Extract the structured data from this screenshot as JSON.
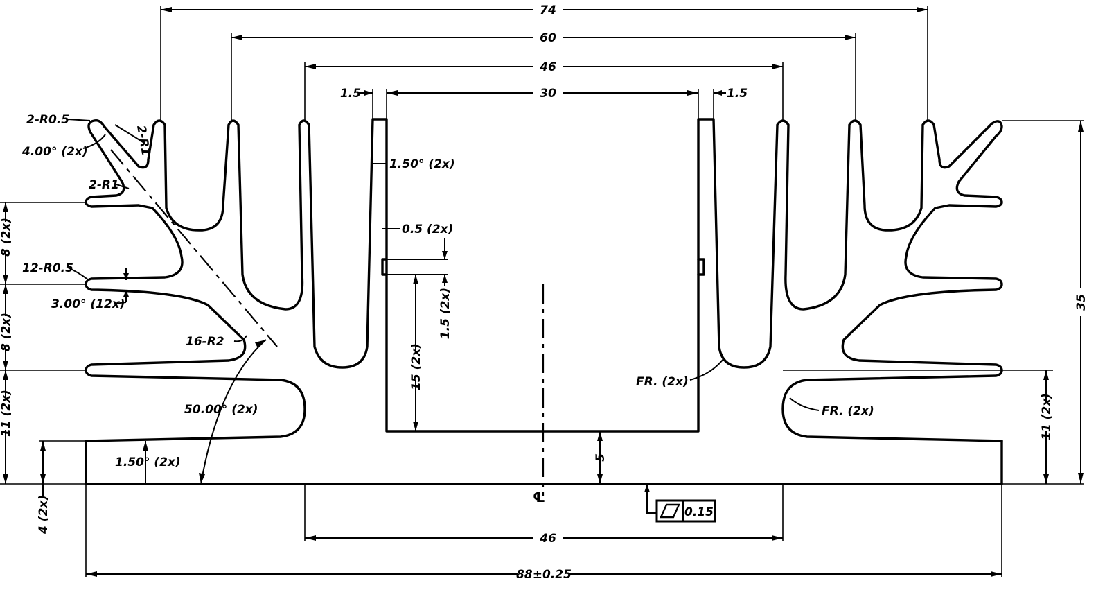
{
  "colors": {
    "line": "#000000",
    "background": "#ffffff"
  },
  "dimensions": {
    "w74": "74",
    "w60": "60",
    "w46_top": "46",
    "w30": "30",
    "w1_5_left": "1.5",
    "w1_5_right": "1.5",
    "h35": "35",
    "w46_bottom": "46",
    "w88": "88±0.25",
    "pitch8_a": "8 (2x)",
    "pitch8_b": "8 (2x)",
    "h11_left": "11 (2x)",
    "h11_right": "11 (2x)",
    "h4": "4 (2x)",
    "h15": "15 (2x)",
    "h1_5_slot": "1.5 (2x)",
    "h5": "5"
  },
  "callouts": {
    "r0_5_tip": "2-R0.5",
    "angle_4": "4.00° (2x)",
    "r1_fork": "2-R1",
    "r1_angled": "2-R1",
    "angle_1_50_wall": "1.50° (2x)",
    "slot_0_5": "0.5 (2x)",
    "r0_5_fins": "12-R0.5",
    "angle_3_fins": "3.00° (12x)",
    "r2_roots": "16-R2",
    "angle_50": "50.00° (2x)",
    "angle_1_50_base": "1.50° (2x)",
    "fr_upper": "FR. (2x)",
    "fr_lower": "FR. (2x)",
    "centerline": "℄"
  },
  "tolerance": {
    "symbol": "flatness",
    "value": "0.15"
  }
}
